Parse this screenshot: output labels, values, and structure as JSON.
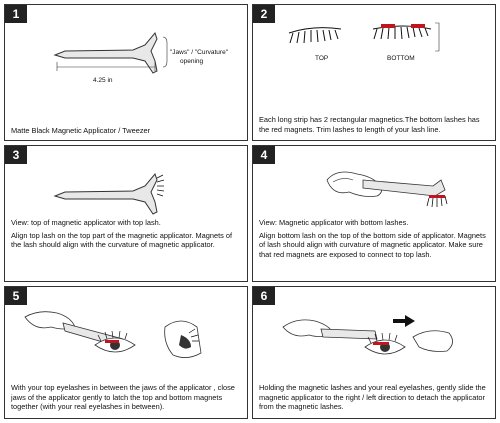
{
  "panels": [
    {
      "number": "1",
      "labels": {
        "jaws": "\"Jaws\" / \"Curvature\"",
        "opening": "opening",
        "length": "4.25 in"
      },
      "text": [
        "Matte Black Magnetic Applicator / Tweezer"
      ]
    },
    {
      "number": "2",
      "labels": {
        "top": "TOP",
        "bottom": "BOTTOM"
      },
      "text": [
        "Each long strip has 2 rectangular magnetics.The bottom lashes has the red magnets. Trim lashes to length of your lash line."
      ]
    },
    {
      "number": "3",
      "text": [
        "View: top of magnetic applicator with top lash.",
        "Align top lash on the top part of the magnetic applicator. Magnets of the lash should align with the curvature of magnetic applicator."
      ]
    },
    {
      "number": "4",
      "text": [
        "View: Magnetic applicator with bottom lashes.",
        "Align bottom lash on the top of the bottom side of applicator. Magnets of lash should align with curvature of magnetic applicator. Make sure that red magnets are exposed to connect to top lash."
      ]
    },
    {
      "number": "5",
      "text": [
        "With your top eyelashes in between the jaws of the applicator , close jaws of the applicator gently to latch the top and bottom magnets together (with your real eyelashes in between)."
      ]
    },
    {
      "number": "6",
      "text": [
        "Holding the magnetic lashes and your real eyelashes, gently slide the magnetic applicator to the right / left direction to detach the applicator from the magnetic lashes."
      ]
    }
  ],
  "colors": {
    "badge": "#222222",
    "magnet": "#c0141e",
    "line": "#333333"
  }
}
